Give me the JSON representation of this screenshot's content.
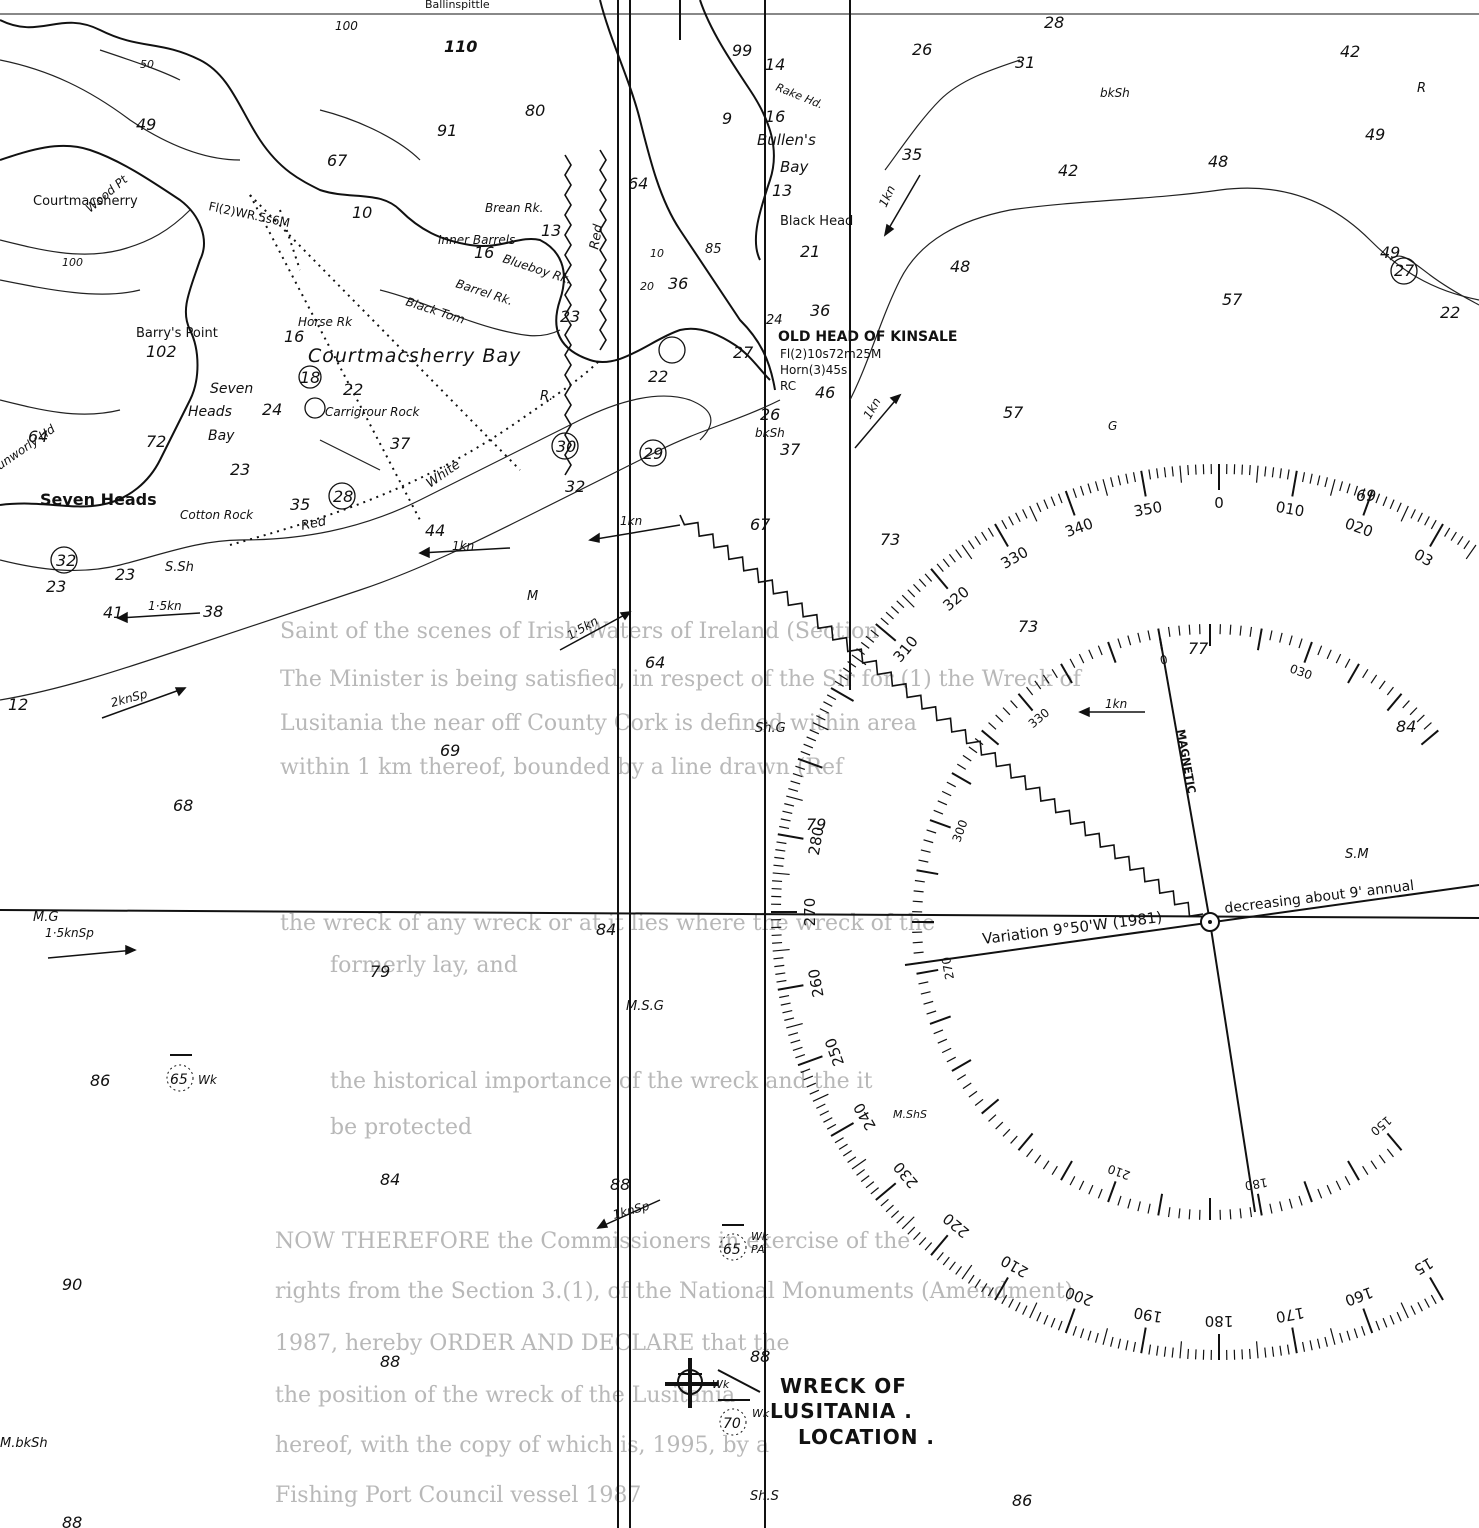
{
  "places": {
    "courtmacsherry": "Courtmacsherry",
    "courtmacsherry_bay": "Courtmacsherry Bay",
    "barrys_point": "Barry's Point",
    "seven_heads": "Seven Heads",
    "seven": "Seven",
    "heads": "Heads",
    "bay": "Bay",
    "bullens": "Bullen's",
    "bullens_bay": "Bay",
    "black_head": "Black Head",
    "old_head": "OLD HEAD OF KINSALE",
    "old_head_light": "Fl(2)10s72m25M",
    "old_head_horn": "Horn(3)45s",
    "old_head_rc": "RC",
    "wood_pt": "Wood Pt",
    "wood_pt_light": "Fl(2)WR.5s6M",
    "brean_rk": "Brean Rk.",
    "inner_barrels": "Inner Barrels",
    "blueboy_rk": "Blueboy Rk.",
    "barrel_rk": "Barrel Rk.",
    "black_tom": "Black Tom",
    "horse_rk": "Horse Rk",
    "carrigrour_rock": "Carrigrour Rock",
    "cotton_rock": "Cotton Rock",
    "dunworly_hd": "unworly Hd",
    "rake_hd": "Rake Hd.",
    "red": "Red",
    "white": "White",
    "red_sector_vertical": "Red",
    "r_label": "R.",
    "ballinspittle": "Ballinspittle"
  },
  "soundings": [
    "28",
    "26",
    "42",
    "31",
    "R",
    "bkSh",
    "49",
    "35",
    "48",
    "42",
    "48",
    "49",
    "27",
    "22",
    "57",
    "48",
    "46",
    "57",
    "37",
    "36",
    "21",
    "14",
    "16",
    "13",
    "36",
    "26",
    "22",
    "27",
    "24",
    "23",
    "29",
    "30",
    "32",
    "67",
    "64",
    "69",
    "73",
    "77",
    "84",
    "64",
    "79",
    "69",
    "68",
    "84",
    "79",
    "86",
    "84",
    "88",
    "90",
    "88",
    "88",
    "86",
    "88",
    "73",
    "49",
    "102",
    "72",
    "64",
    "32",
    "23",
    "23",
    "41",
    "38",
    "12",
    "44",
    "35",
    "28",
    "22",
    "37",
    "23",
    "24",
    "18",
    "10",
    "110",
    "99",
    "80",
    "91",
    "67",
    "100",
    "50",
    "100",
    "9",
    "85",
    "20",
    "16",
    "16",
    "13",
    "10",
    "1kn",
    "1kn",
    "1kn",
    "1kn",
    "1kn",
    "1kn",
    "1·5kn",
    "1·5kn",
    "2knSp",
    "1knSp",
    "1·5knSp"
  ],
  "seabed": {
    "sm": "S.M",
    "mg": "M.G",
    "msg": "M.S.G",
    "shg": "Sh.G",
    "m": "M",
    "mbksh": "M.bkSh",
    "shs": "Sh.S",
    "ssh": "S.Sh",
    "mshs": "M.ShS",
    "bksh2": "bkSh",
    "g": "G"
  },
  "wrecks": {
    "wk1_depth": "65",
    "wk1_label": "Wk",
    "wk2_depth": "65",
    "wk2_label": "Wk",
    "wk2_pa": "PA",
    "wk3_label": "Wk",
    "wk4_depth": "70",
    "wk4_label": "Wk"
  },
  "annotation": {
    "line1": "WRECK OF",
    "line2": "LUSITANIA .",
    "line3": "LOCATION ."
  },
  "compass_rose": {
    "outer_labels": [
      "310",
      "320",
      "330",
      "340",
      "350",
      "0",
      "010",
      "020",
      "03",
      "280",
      "270",
      "260",
      "250",
      "240",
      "230",
      "220",
      "210",
      "200",
      "190",
      "180",
      "170",
      "160",
      "15"
    ],
    "inner_labels": [
      "0",
      "030",
      "330",
      "300",
      "270",
      "210",
      "180",
      "150"
    ],
    "magnetic": "MAGNETIC",
    "variation": "Variation 9°50'W (1981)",
    "annual": "decreasing about 9' annual"
  },
  "ghost_text": [
    "Saint of the scenes of Irish Waters of Ireland (Section",
    "The Minister is being satisfied, in respect of the Sir for (1) the Wreck of",
    "Lusitania the near off County Cork is defined within area",
    "within 1 km thereof, bounded by a line drawn (Ref",
    "the wreck of any wreck or at it lies where the wreck of the",
    "formerly lay, and",
    "the historical importance of the wreck and the it",
    "be protected",
    "NOW THEREFORE the Commissioners in exercise of the",
    "rights from the Section 3.(1), of the National Monuments (Amendment)",
    "1987, hereby ORDER AND DECLARE that the",
    "the position of the wreck of the Lusitania",
    "hereof, with the copy of which is, 1995, by a",
    "Fishing Port Council vessel 1987"
  ]
}
